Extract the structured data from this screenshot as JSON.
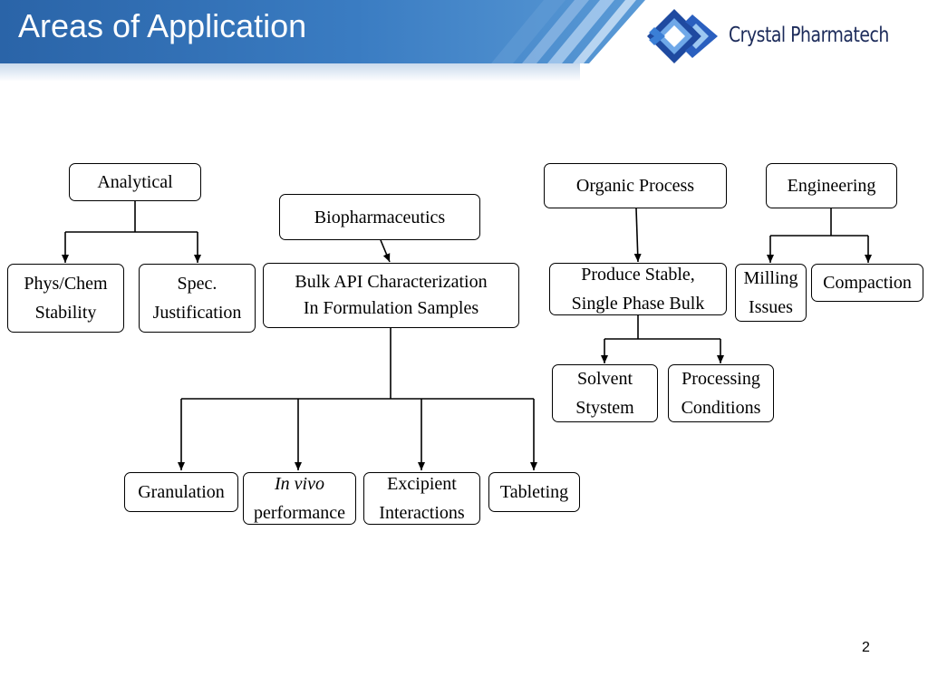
{
  "header": {
    "title": "Areas of Application",
    "brand_name": "Crystal Pharmatech",
    "band_color": "#2f6fb4",
    "title_color": "#ffffff"
  },
  "diagram": {
    "analytical": "Analytical",
    "phys_chem": [
      "Phys/Chem",
      "Stability"
    ],
    "spec": [
      "Spec.",
      "Justification"
    ],
    "biopharmaceutics": "Biopharmaceutics",
    "bulk_api": [
      "Bulk API Characterization",
      "In Formulation Samples"
    ],
    "granulation": "Granulation",
    "in_vivo": [
      "In vivo",
      "performance"
    ],
    "excipient": [
      "Excipient",
      "Interactions"
    ],
    "tableting": "Tableting",
    "organic_process": "Organic Process",
    "produce_stable": [
      "Produce Stable,",
      "Single Phase Bulk"
    ],
    "solvent": [
      "Solvent",
      "Stystem"
    ],
    "processing": [
      "Processing",
      "Conditions"
    ],
    "engineering": "Engineering",
    "milling": [
      "Milling",
      "Issues"
    ],
    "compaction": "Compaction"
  },
  "footer": {
    "page_number": "2"
  }
}
